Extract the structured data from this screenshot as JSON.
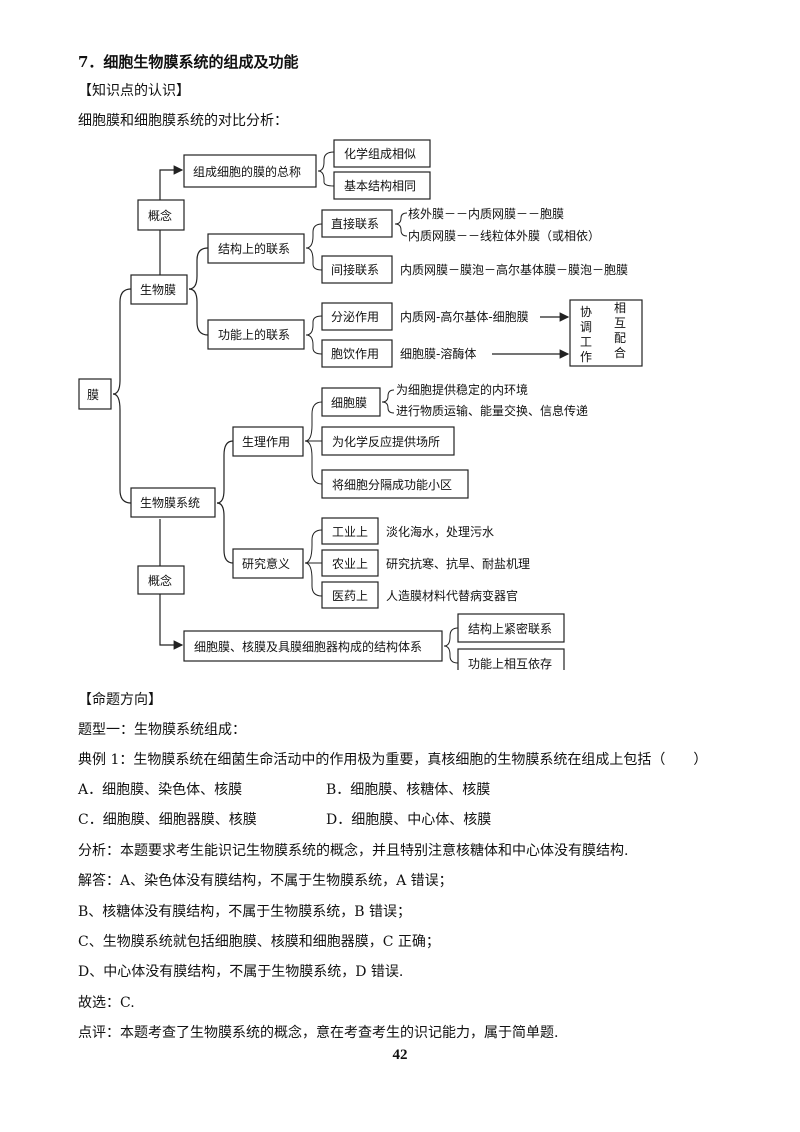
{
  "header": {
    "title": "7．细胞生物膜系统的组成及功能",
    "section1": "【知识点的认识】",
    "intro": "细胞膜和细胞膜系统的对比分析："
  },
  "diagram": {
    "root": "膜",
    "concept": "概念",
    "concept_target": "组成细胞的膜的总称",
    "chem": "化学组成相似",
    "struct_basic": "基本结构相同",
    "biomembrane": "生物膜",
    "struct_link": "结构上的联系",
    "direct": "直接联系",
    "direct_1": "核外膜－－内质网膜－－胞膜",
    "direct_2": "内质网膜－－线粒体外膜（或相依）",
    "indirect": "间接联系",
    "indirect_1": "内质网膜－膜泡－高尔基体膜－膜泡－胞膜",
    "func_link": "功能上的联系",
    "secretion": "分泌作用",
    "secretion_1": "内质网-高尔基体-细胞膜",
    "phago": "胞饮作用",
    "phago_1": "细胞膜-溶酶体",
    "coop_col1": "协调工作",
    "coop_col2": "相互配合",
    "system": "生物膜系统",
    "physio": "生理作用",
    "cell_membrane": "细胞膜",
    "cm_1": "为细胞提供稳定的内环境",
    "cm_2": "进行物质运输、能量交换、信息传递",
    "react": "为化学反应提供场所",
    "compart": "将细胞分隔成功能小区",
    "research": "研究意义",
    "industry": "工业上",
    "industry_1": "淡化海水，处理污水",
    "agri": "农业上",
    "agri_1": "研究抗寒、抗旱、耐盐机理",
    "medical": "医药上",
    "medical_1": "人造膜材料代替病变器官",
    "concept2": "概念",
    "system_def": "细胞膜、核膜及具膜细胞器构成的结构体系",
    "tight": "结构上紧密联系",
    "depend": "功能上相互依存"
  },
  "body": {
    "section2": "【命题方向】",
    "type1": "题型一：生物膜系统组成：",
    "example": "典例 1：生物膜系统在细菌生命活动中的作用极为重要，真核细胞的生物膜系统在组成上包括（　　）",
    "optA": "A．细胞膜、染色体、核膜",
    "optB": "B．细胞膜、核糖体、核膜",
    "optC": "C．细胞膜、细胞器膜、核膜",
    "optD": "D．细胞膜、中心体、核膜",
    "analysis": "分析：本题要求考生能识记生物膜系统的概念，并且特别注意核糖体和中心体没有膜结构.",
    "answer": "解答：A、染色体没有膜结构，不属于生物膜系统，A 错误；",
    "ansB": "B、核糖体没有膜结构，不属于生物膜系统，B 错误；",
    "ansC": "C、生物膜系统就包括细胞膜、核膜和细胞器膜，C 正确；",
    "ansD": "D、中心体没有膜结构，不属于生物膜系统，D 错误.",
    "choice": "故选：C.",
    "comment": "点评：本题考查了生物膜系统的概念，意在考查考生的识记能力，属于简单题."
  },
  "footer": {
    "page_number": "42"
  }
}
